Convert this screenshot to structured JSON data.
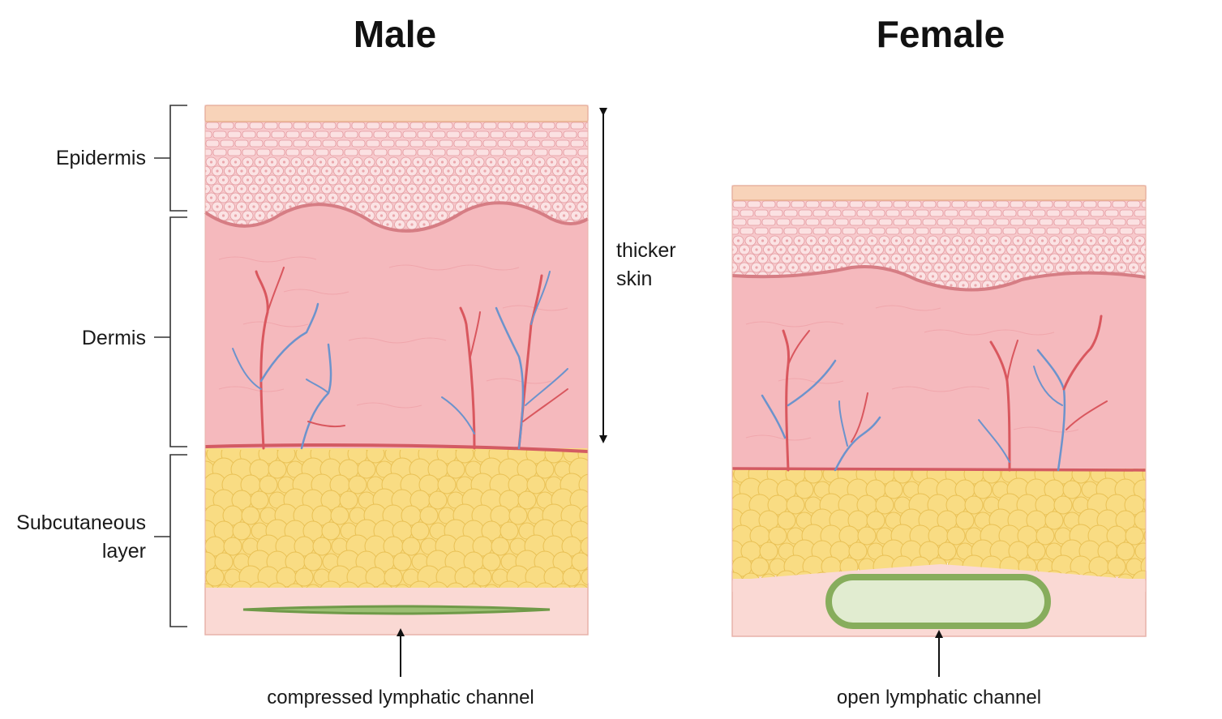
{
  "titles": {
    "male": "Male",
    "female": "Female"
  },
  "layers": {
    "epidermis": "Epidermis",
    "dermis": "Dermis",
    "subcutaneous_line1": "Subcutaneous",
    "subcutaneous_line2": "layer"
  },
  "annotations": {
    "thicker_line1": "thicker",
    "thicker_line2": "skin"
  },
  "captions": {
    "male": "compressed lymphatic channel",
    "female": "open lymphatic channel"
  },
  "colors": {
    "stratum_corneum": "#f8d3b9",
    "epidermis": "#f7c9cc",
    "cell_outline": "#e39aa0",
    "dermis": "#f5b9bd",
    "basement_line": "#d67d84",
    "fat": "#f9dc83",
    "fat_outline": "#e9c156",
    "deep_tissue": "#fad9d4",
    "artery": "#d9575e",
    "vein": "#6c93cc",
    "lymph_wall": "#87ad5c",
    "lymph_lumen": "#e1ecd0"
  },
  "icons": [
    "bracket-icon",
    "double-arrow-icon",
    "up-arrow-icon",
    "blood-vessel-icon",
    "lymphatic-channel-icon"
  ]
}
